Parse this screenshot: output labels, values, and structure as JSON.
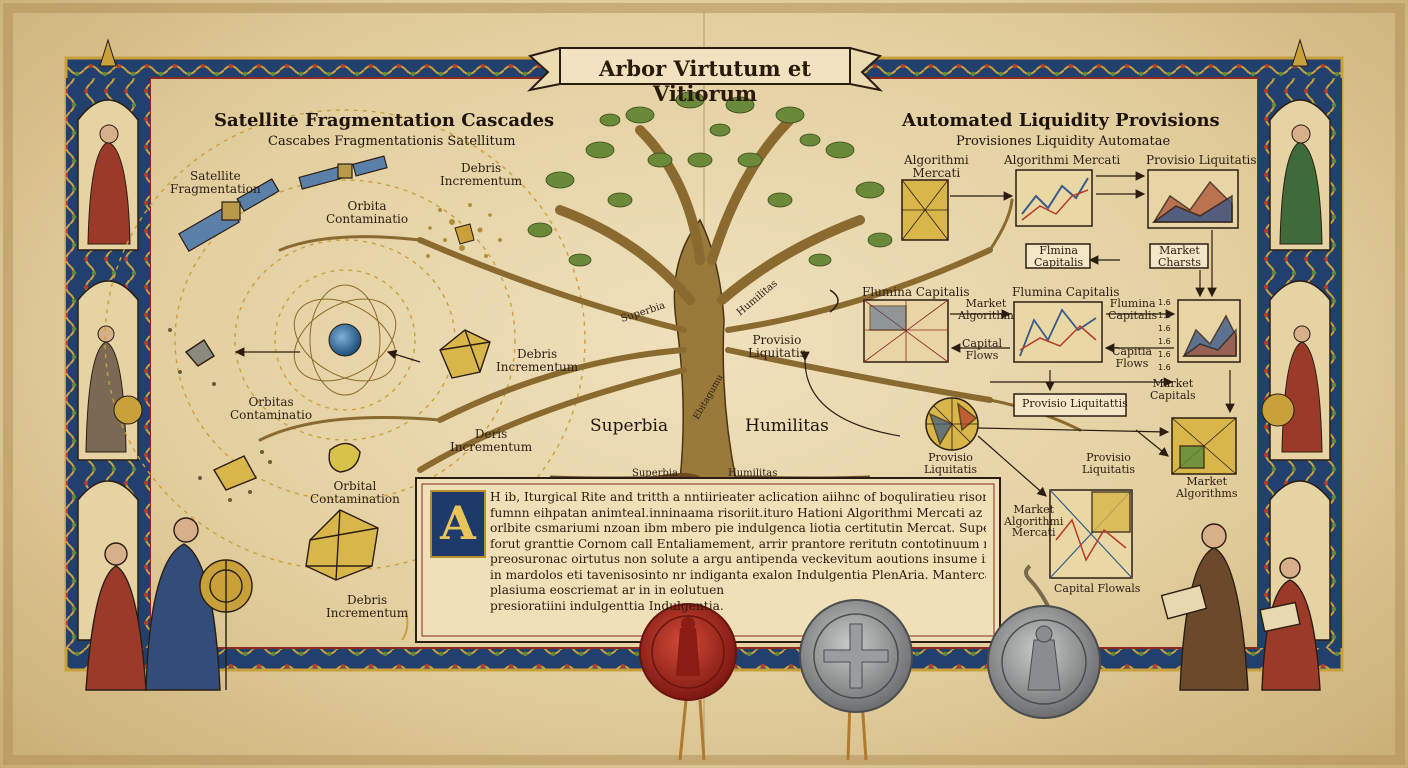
{
  "title": "Arbor Virtutum et Vitiorum",
  "left_panel": {
    "heading": "Satellite Fragmentation Cascades",
    "subheading": "Cascabes Fragmentationis Satellitum",
    "labels": {
      "sat_frag": "Satellite\nFragmentation",
      "orbita_cont": "Orbita\nContaminatio",
      "debris_inc_top": "Debris\nIncrementum",
      "debris_inc_mid": "Debris\nIncrementum",
      "orbitas_cont": "Orbitas\nContaminatio",
      "deris_inc": "Deris\nIncrementum",
      "orbital_cont": "Orbital\nContamination",
      "debris_inc_bot": "Debris\nIncrementum"
    }
  },
  "tree": {
    "superbia": "Superbia",
    "humilitas": "Humilitas",
    "branch_superbia": "Superbia",
    "branch_humilitas": "Humilitas",
    "root_left": "Superbia",
    "root_right": "Humilitas",
    "trunk_text": "Ebitagumu"
  },
  "right_panel": {
    "heading": "Automated Liquidity Provisions",
    "subheading": "Provisiones Liquidity Automatae",
    "labels": {
      "alg_merc_1": "Algorithmi\nMercati",
      "alg_merc_2": "Algorithmi Mercati",
      "provisio_liq_top": "Provisio Liquitatis",
      "flumina_cap_box": "Flmina\nCapitalis",
      "market_charsts": "Market\nCharsts",
      "flumina_cap_1": "Flumina Capitalis",
      "market_alg": "Market\nAlgorithm",
      "flumina_cap_2": "Flumina Capitalis",
      "flumina_cap_3": "Flumina\nCapitalis",
      "capital_flows": "Capital\nFlows",
      "capitia_flows": "Capitia\nFlows",
      "provisio_liq_left": "Provisio\nLiquitatis",
      "market_capitals": "Market\nCapitals",
      "provisio_liqt_box": "Provisio Liquitattis",
      "provisio_liq_a": "Provisio\nLiquitatis",
      "provisio_liq_b": "Provisio\nLiquitatis",
      "market_algorithms": "Market\nAlgorithms",
      "market_alg_merc": "Market\nAlgorithmi\nMercati",
      "capital_flowals": "Capital Flowals"
    },
    "ticks": [
      "1.6",
      "1.6",
      "1.6",
      "1.6",
      "1.6",
      "1.6"
    ]
  },
  "text_block": {
    "dropcap": "A",
    "lines": [
      "H ib, Iturgical Rite and tritth a nntiirieater aclication aiihnc of boquliratieu risorchumon,",
      "fumnn eihpatan animteal.inninaama risoriit.ituro Hationi Algorithmi Mercati az marktis",
      "orlbite csmariumi nzoan ibm mbero pie indulgenca liotia certitutin Mercat. Superbiia",
      "forut granttie Cornom call Entaliamement, arrir prantore reritutn contotinuum nte urot",
      "preosuronac oirtutus non solute a argu antipenda veckevitum aoutions insume in non Indulgenia",
      "in mardolos eti tavenisosinto nr indiganta exalon Indulgentia PlenAria. Mantercalotren mortor",
      "plasiuma eoscriemat ar in in eolutuen",
      "presioratiini indulgenttia Indulgentia."
    ]
  },
  "colors": {
    "parchment": "#e9d8ad",
    "ink": "#2b1d12",
    "gold": "#c9a13b",
    "border_blue": "#22406e",
    "border_red": "#8c2a22",
    "seal_red": "#a8271f",
    "seal_silver": "#8f9192"
  }
}
